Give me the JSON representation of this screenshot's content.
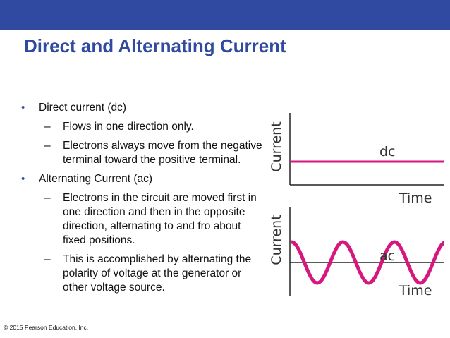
{
  "slide": {
    "title": "Direct and Alternating Current",
    "bullets": [
      {
        "text": "Direct current (dc)",
        "sub": [
          "Flows in one direction only.",
          "Electrons always move from the negative terminal toward the positive terminal."
        ]
      },
      {
        "text": "Alternating Current (ac)",
        "sub": [
          "Electrons in the circuit are moved first in one direction and then in the opposite direction, alternating to and fro about fixed positions.",
          "This is accomplished by alternating the polarity of voltage at the generator or other voltage source."
        ]
      }
    ],
    "footer": "© 2015 Pearson Education, Inc.",
    "bullet_symbol": "•",
    "dash_symbol": "–"
  },
  "figure": {
    "top_graph": {
      "ylabel": "Current",
      "xlabel": "Time",
      "curve_label": "dc"
    },
    "bottom_graph": {
      "ylabel": "Current",
      "xlabel": "Time",
      "curve_label": "ac"
    },
    "curve_color": "#d6187e",
    "axis_color": "#222222"
  },
  "colors": {
    "banner": "#2f4aa0",
    "title": "#2f4aa0"
  }
}
